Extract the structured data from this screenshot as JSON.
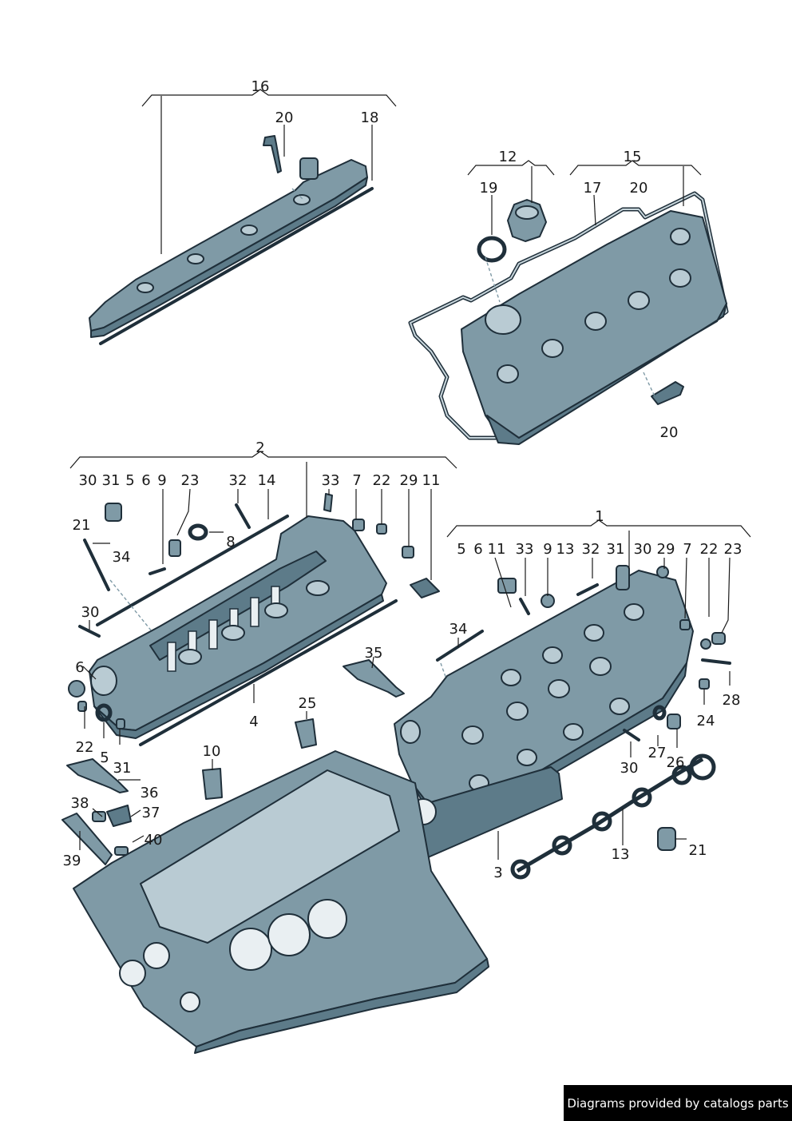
{
  "footer": {
    "text": "Diagrams provided by catalogs parts"
  },
  "labels": {
    "l16": "16",
    "l20a": "20",
    "l18": "18",
    "l12": "12",
    "l15": "15",
    "l19": "19",
    "l17": "17",
    "l20b": "20",
    "l20c": "20",
    "l2": "2",
    "g30": "30",
    "g31": "31",
    "g5": "5",
    "g6": "6",
    "g9": "9",
    "g23": "23",
    "g32": "32",
    "g14": "14",
    "g33": "33",
    "g7": "7",
    "g22": "22",
    "g29": "29",
    "g11": "11",
    "g21": "21",
    "g34": "34",
    "g8": "8",
    "g30b": "30",
    "g6b": "6",
    "g4": "4",
    "g35": "35",
    "g25": "25",
    "g10": "10",
    "g22b": "22",
    "g5b": "5",
    "g31b": "31",
    "g36": "36",
    "g38": "38",
    "g37": "37",
    "g40": "40",
    "g39": "39",
    "l1": "1",
    "h5": "5",
    "h6": "6",
    "h11": "11",
    "h33": "33",
    "h9": "9",
    "h13": "13",
    "h32": "32",
    "h31": "31",
    "h30": "30",
    "h29": "29",
    "h7": "7",
    "h22": "22",
    "h23": "23",
    "h34": "34",
    "h28": "28",
    "h24": "24",
    "h27": "27",
    "h26": "26",
    "h30b": "30",
    "h13b": "13",
    "h21": "21",
    "h3": "3"
  }
}
